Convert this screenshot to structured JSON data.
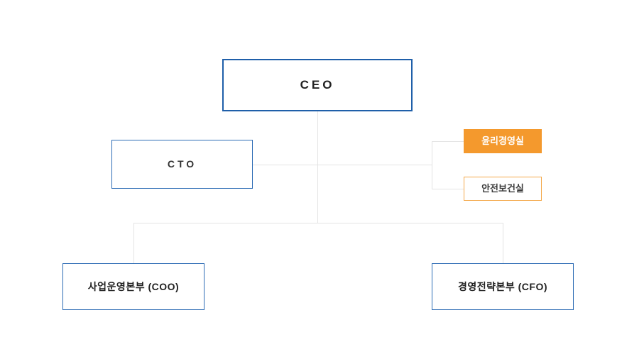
{
  "chart_data": {
    "type": "diagram",
    "title": "Organization Chart",
    "nodes": [
      {
        "id": "ceo",
        "label": "CEO",
        "level": 0,
        "style": "blue-outline-bold"
      },
      {
        "id": "cto",
        "label": "CTO",
        "level": 1,
        "style": "blue-outline"
      },
      {
        "id": "ethics",
        "label": "윤리경영실",
        "level": 1,
        "style": "orange-filled"
      },
      {
        "id": "safety",
        "label": "안전보건실",
        "level": 1,
        "style": "orange-outline"
      },
      {
        "id": "coo",
        "label": "사업운영본부 (COO)",
        "level": 2,
        "style": "blue-outline"
      },
      {
        "id": "cfo",
        "label": "경영전략본부 (CFO)",
        "level": 2,
        "style": "blue-outline"
      }
    ],
    "edges": [
      {
        "from": "ceo",
        "to": "cto"
      },
      {
        "from": "ceo",
        "to": "ethics"
      },
      {
        "from": "ceo",
        "to": "safety"
      },
      {
        "from": "ceo",
        "to": "coo"
      },
      {
        "from": "ceo",
        "to": "cfo"
      }
    ]
  },
  "chart": {
    "ceo": {
      "label": "CEO"
    },
    "cto": {
      "label": "CTO"
    },
    "ethics": {
      "label": "윤리경영실"
    },
    "safety": {
      "label": "안전보건실"
    },
    "coo": {
      "label": "사업운영본부 (COO)"
    },
    "cfo": {
      "label": "경영전략본부 (CFO)"
    }
  },
  "colors": {
    "accent_blue": "#1f5fa9",
    "node_blue": "#2d6cb5",
    "accent_orange": "#f4992d",
    "orange_outline": "#f4a94b",
    "line": "#e3e3e3",
    "text_dark": "#222222",
    "background": "#ffffff"
  }
}
